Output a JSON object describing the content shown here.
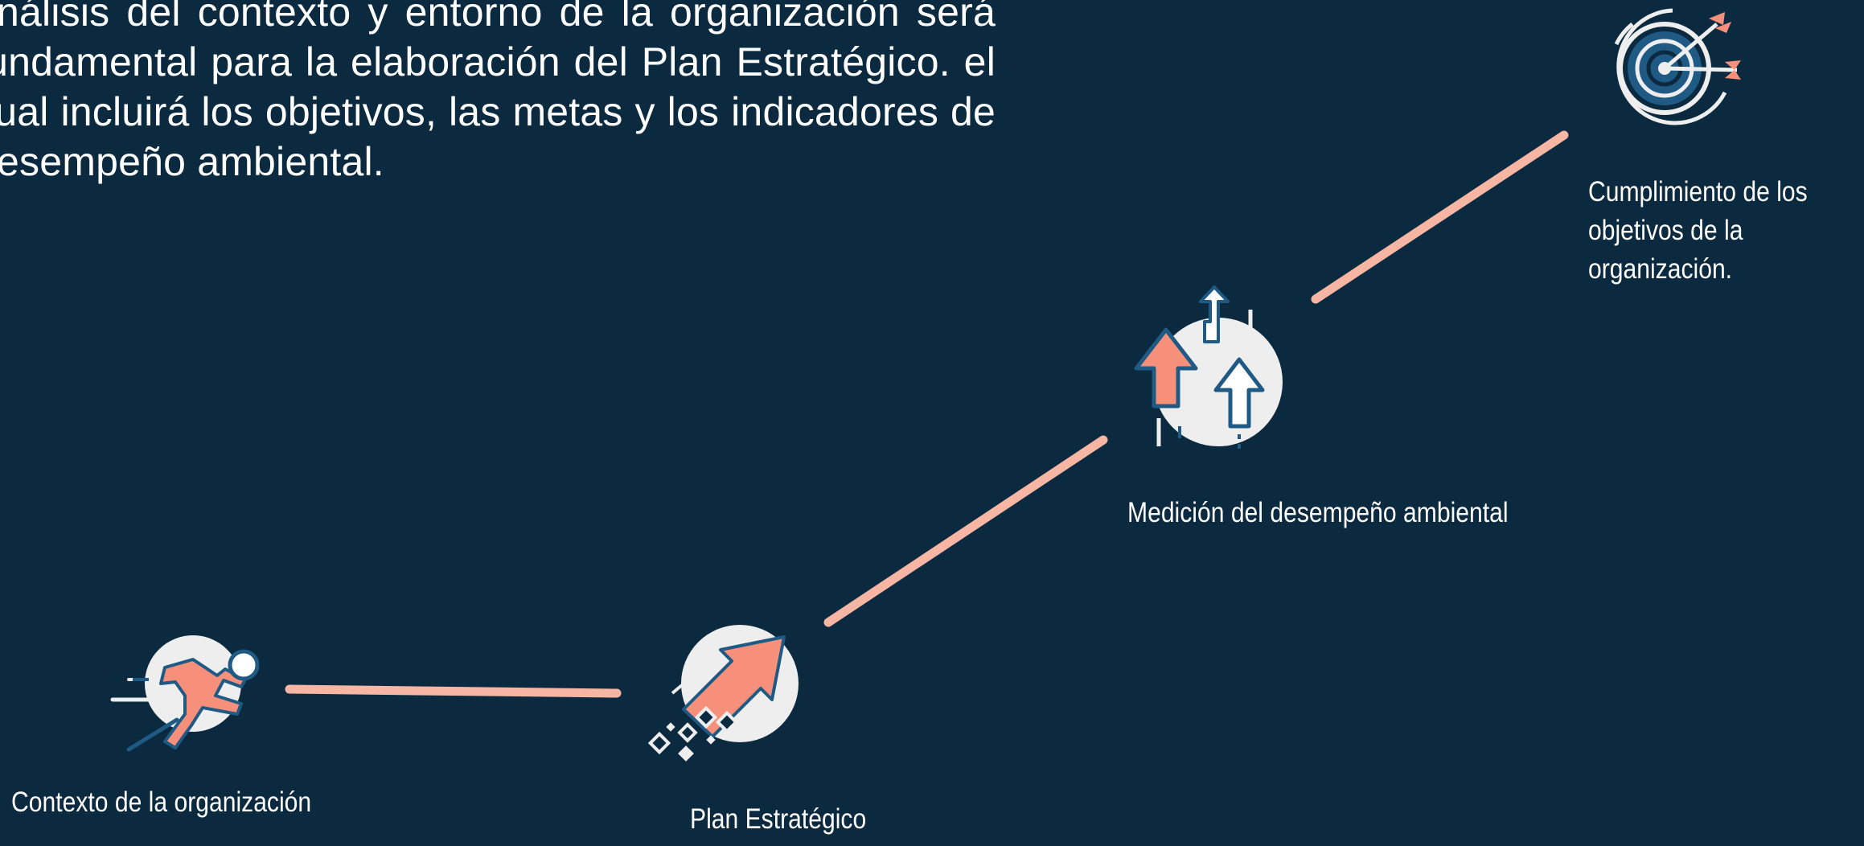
{
  "intro_text": "análisis del contexto y entorno de la organización será fundamental para la elaboración del Plan Estratégico. el cual incluirá los objetivos, las metas y los indicadores de desempeño ambiental.",
  "steps": [
    {
      "label": "Contexto de la organización",
      "icon": "running-person-icon"
    },
    {
      "label": "Plan Estratégico",
      "icon": "growth-arrow-icon"
    },
    {
      "label": "Medición del desempeño ambiental",
      "icon": "rising-arrows-icon"
    },
    {
      "label": "Cumplimiento de los objetivos de la organización.",
      "icon": "target-arrows-icon"
    }
  ],
  "colors": {
    "background": "#0b2a3f",
    "connector": "#f7b6a3",
    "accent": "#f6907b",
    "icon_circle": "#eeeeee",
    "icon_outline": "#1f5a84",
    "text": "#ffffff"
  }
}
